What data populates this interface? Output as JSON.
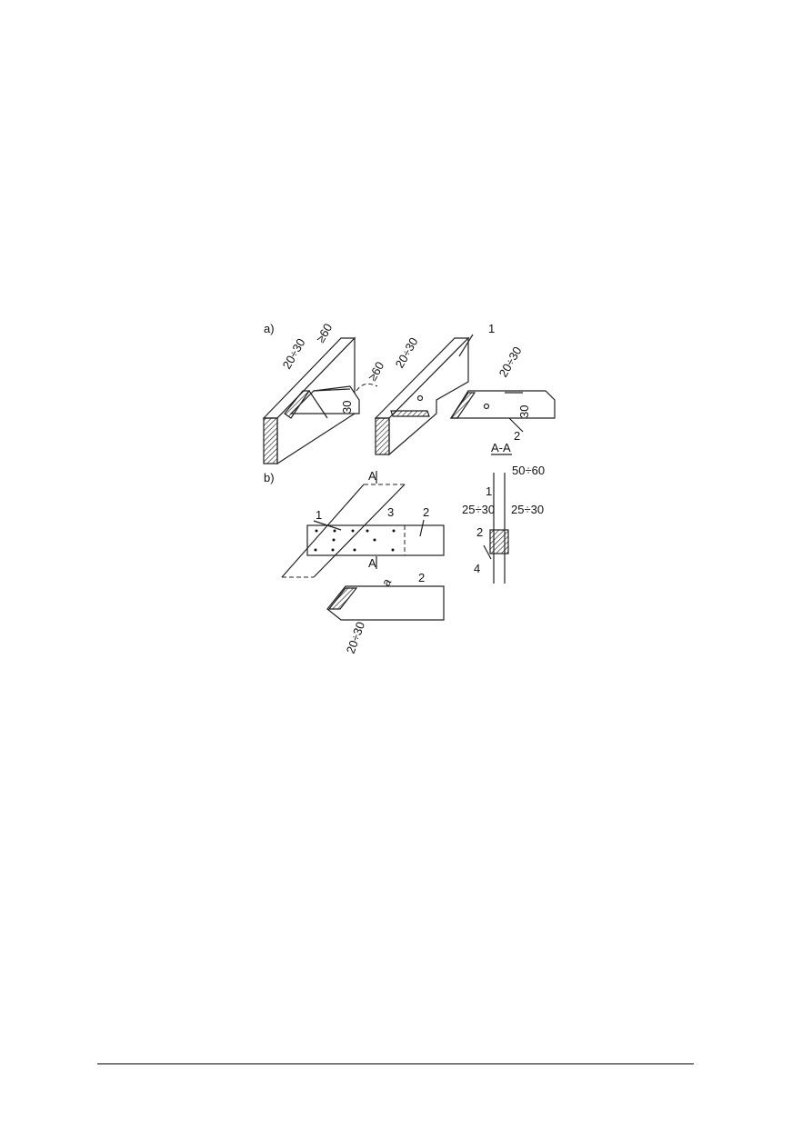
{
  "figure": {
    "part_a_label": "a)",
    "part_b_label": "b)",
    "section_label": "A-A",
    "section_mark_top": "A",
    "section_mark_bottom": "A",
    "dimensions": {
      "a_min_60_top": "≥60",
      "a_20_30_left": "20÷30",
      "a_min_60_side": "≥60",
      "a_30_left": "30",
      "a_20_30_mid": "20÷30",
      "a_20_30_right": "20÷30",
      "a_30_right": "30",
      "b_20_30": "20÷30",
      "b_a": "a",
      "aa_50_60": "50÷60",
      "aa_25_30_left": "25÷30",
      "aa_25_30_right": "25÷30"
    },
    "callouts": {
      "a_1": "1",
      "a_2": "2",
      "b_1": "1",
      "b_2": "2",
      "b_3": "3",
      "b_2_lower": "2",
      "aa_1": "1",
      "aa_2": "2",
      "aa_4": "4"
    }
  }
}
